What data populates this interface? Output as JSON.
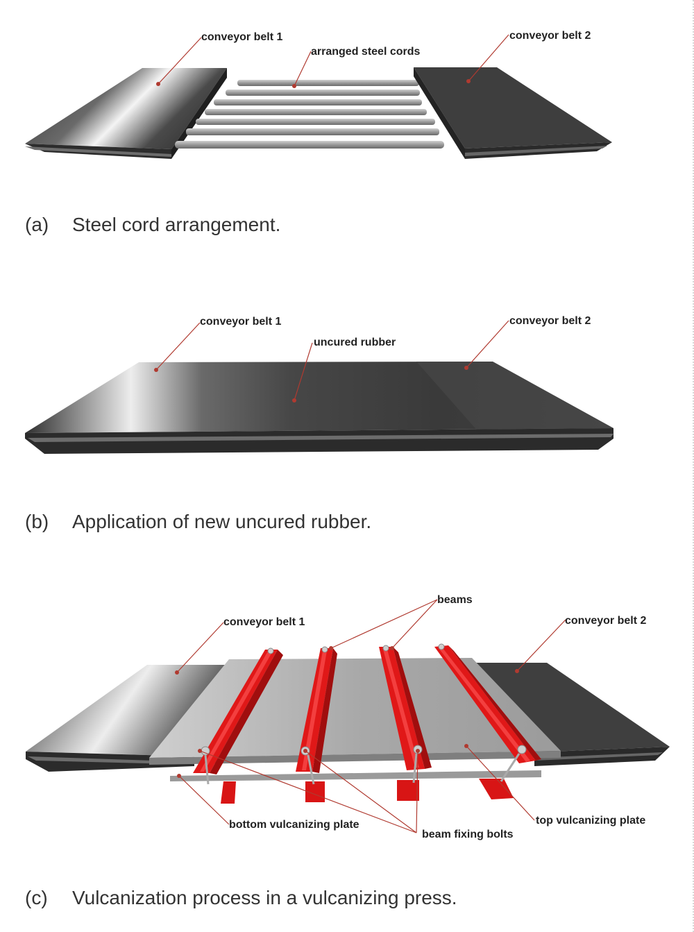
{
  "panel_a": {
    "labels": {
      "belt1": "conveyor belt 1",
      "cords": "arranged steel cords",
      "belt2": "conveyor belt 2"
    },
    "caption": {
      "tag": "(a)",
      "text": "Steel cord arrangement."
    }
  },
  "panel_b": {
    "labels": {
      "belt1": "conveyor belt 1",
      "rubber": "uncured rubber",
      "belt2": "conveyor belt 2"
    },
    "caption": {
      "tag": "(b)",
      "text": "Application of new uncured rubber."
    }
  },
  "panel_c": {
    "labels": {
      "beams": "beams",
      "belt1": "conveyor belt 1",
      "belt2": "conveyor belt 2",
      "bottom_plate": "bottom vulcanizing plate",
      "bolts": "beam fixing bolts",
      "top_plate": "top vulcanizing plate"
    },
    "caption": {
      "tag": "(c)",
      "text": "Vulcanization process in a vulcanizing press."
    }
  },
  "colors": {
    "belt_dark": "#3c3c3c",
    "plate_gray": "#a6a6a6",
    "beam_red": "#e01818",
    "leader_line": "#b03a30"
  }
}
